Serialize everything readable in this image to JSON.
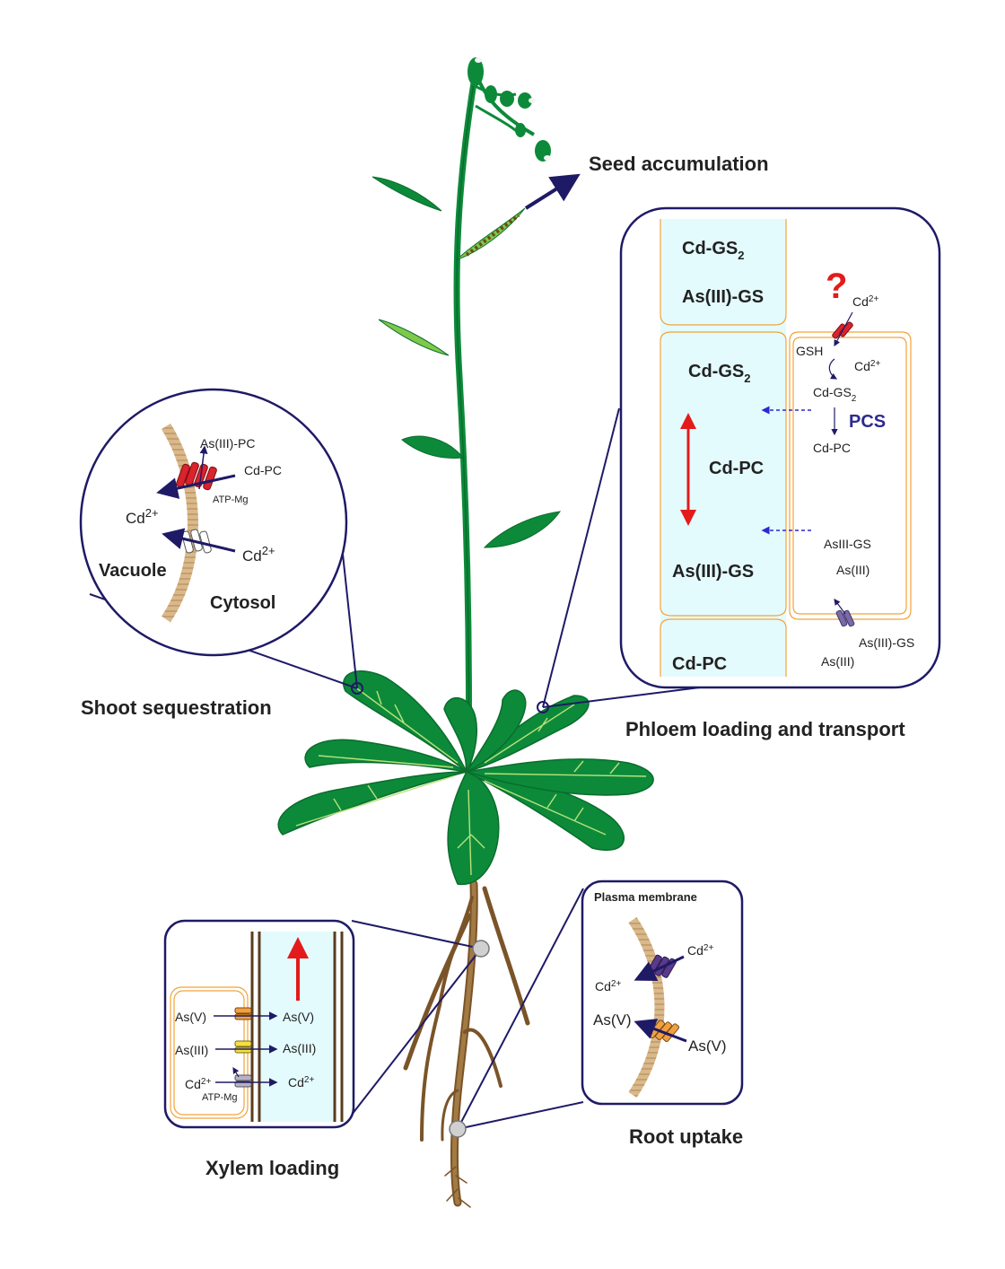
{
  "titles": {
    "seed": "Seed accumulation",
    "shoot": "Shoot sequestration",
    "phloem": "Phloem loading and transport",
    "xylem": "Xylem loading",
    "root": "Root uptake"
  },
  "shoot_inset": {
    "as3_pc": "As(III)-PC",
    "cd_pc": "Cd-PC",
    "atp": "ATP-Mg",
    "cd_vac": "Cd",
    "cd_vac_sup": "2+",
    "cd_cyt": "Cd",
    "cd_cyt_sup": "2+",
    "vacuole": "Vacuole",
    "cytosol": "Cytosol"
  },
  "phloem_inset": {
    "top_cdgs": "Cd-GS",
    "top_cdgs_sub": "2",
    "top_asgs": "As(III)-GS",
    "mid_cdgs": "Cd-GS",
    "mid_cdgs_sub": "2",
    "mid_cdpc": "Cd-PC",
    "mid_asgs": "As(III)-GS",
    "bot_cdpc": "Cd-PC",
    "question": "?",
    "cd_in": "Cd",
    "cd_in_sup": "2+",
    "gsh": "GSH",
    "cd2": "Cd",
    "cd2_sup": "2+",
    "cdgs2": "Cd-GS",
    "cdgs2_sub": "2",
    "pcs": "PCS",
    "cdpc": "Cd-PC",
    "as3gs_cell": "AsIII-GS",
    "as3_cell": "As(III)",
    "as3gs_out": "As(III)-GS",
    "as3_out": "As(III)"
  },
  "xylem_inset": {
    "as5_l": "As(V)",
    "as5_r": "As(V)",
    "as3_l": "As(III)",
    "as3_r": "As(III)",
    "cd_l": "Cd",
    "cd_l_sup": "2+",
    "cd_r": "Cd",
    "cd_r_sup": "2+",
    "atp": "ATP-Mg"
  },
  "root_inset": {
    "title": "Plasma membrane",
    "cd_out": "Cd",
    "cd_out_sup": "2+",
    "cd_in": "Cd",
    "cd_in_sup": "2+",
    "as5_in": "As(V)",
    "as5_out": "As(V)"
  },
  "colors": {
    "plant_green": "#0c8a3a",
    "leaf_vein": "#b9e27a",
    "stem_dark": "#0a6d2c",
    "root_brown": "#8b6433",
    "membrane": "#c8a070",
    "navy": "#1f1a66",
    "red": "#e31b1b",
    "phloem_fill": "#e4fbfd",
    "cell_outline": "#f2a33a",
    "pcs_blue": "#2e2a8f"
  }
}
